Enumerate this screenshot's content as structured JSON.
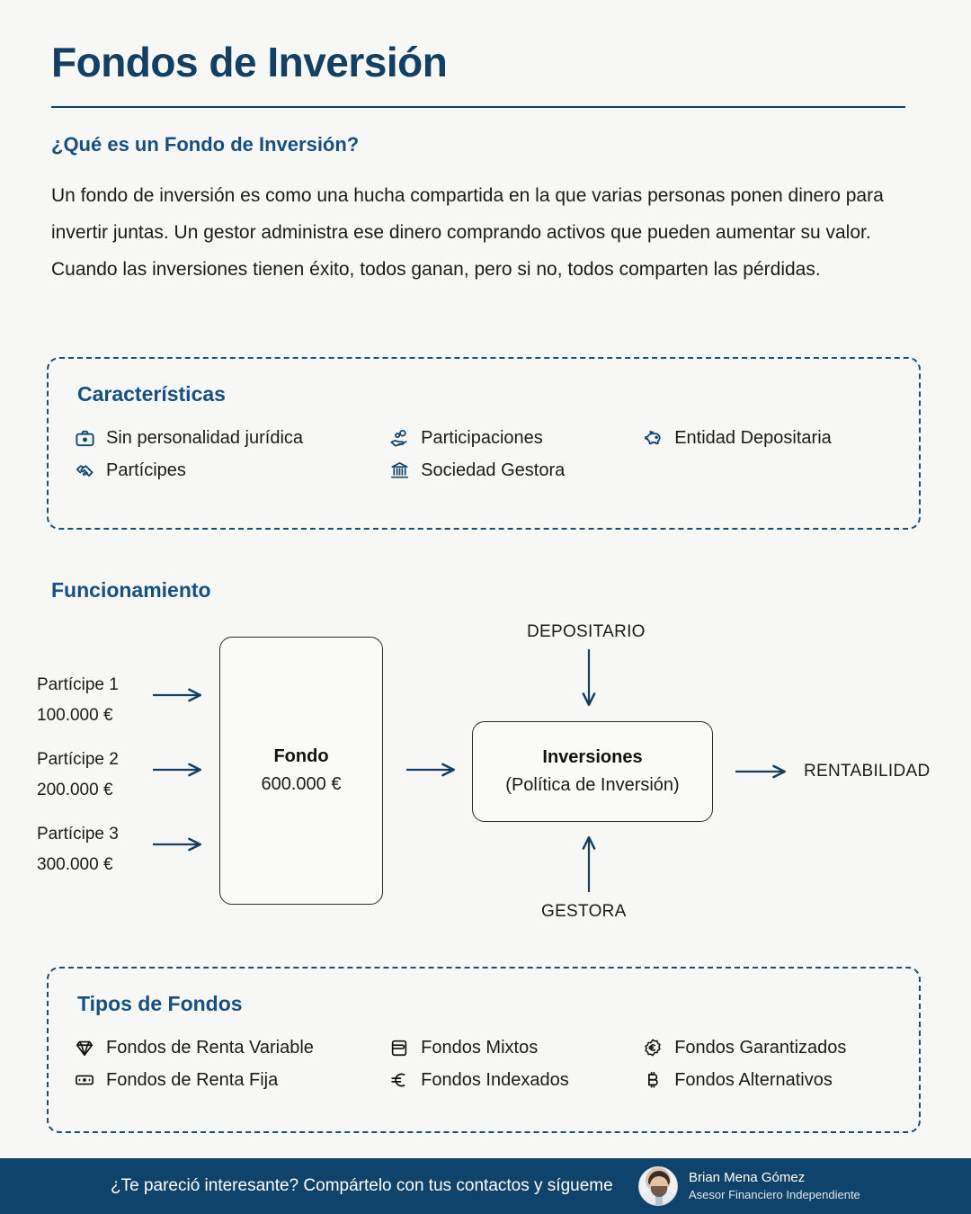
{
  "header": {
    "title": "Fondos de Inversión"
  },
  "intro": {
    "subhead": "¿Qué es un Fondo de Inversión?",
    "body": "Un fondo de inversión es como una hucha compartida en la que varias personas ponen dinero para invertir juntas. Un gestor administra ese dinero comprando activos que pueden aumentar su valor. Cuando las inversiones tienen éxito, todos ganan, pero si no, todos comparten las pérdidas."
  },
  "caracteristicas": {
    "title": "Características",
    "items": [
      {
        "label": "Sin personalidad jurídica",
        "icon": "briefcase-icon"
      },
      {
        "label": "Participaciones",
        "icon": "hand-coin-icon"
      },
      {
        "label": "Entidad Depositaria",
        "icon": "piggy-bank-icon"
      },
      {
        "label": "Partícipes",
        "icon": "handshake-icon"
      },
      {
        "label": "Sociedad Gestora",
        "icon": "bank-icon"
      }
    ]
  },
  "funcionamiento": {
    "title": "Funcionamiento",
    "participes": [
      {
        "name": "Partícipe 1",
        "amount": "100.000 €"
      },
      {
        "name": "Partícipe 2",
        "amount": "200.000 €"
      },
      {
        "name": "Partícipe 3",
        "amount": "300.000 €"
      }
    ],
    "fondo": {
      "label": "Fondo",
      "amount": "600.000 €"
    },
    "inversiones": {
      "label": "Inversiones",
      "sub": "(Política de Inversión)"
    },
    "depositario": "DEPOSITARIO",
    "gestora": "GESTORA",
    "rentabilidad": "RENTABILIDAD"
  },
  "tipos": {
    "title": "Tipos de Fondos",
    "items": [
      {
        "label": "Fondos de Renta Variable",
        "icon": "gem-icon"
      },
      {
        "label": "Fondos Mixtos",
        "icon": "wallet-icon"
      },
      {
        "label": "Fondos Garantizados",
        "icon": "euro-badge-icon"
      },
      {
        "label": "Fondos de Renta Fija",
        "icon": "banknote-icon"
      },
      {
        "label": "Fondos Indexados",
        "icon": "euro-icon"
      },
      {
        "label": "Fondos Alternativos",
        "icon": "bitcoin-icon"
      }
    ]
  },
  "footer": {
    "cta": "¿Te pareció interesante? Compártelo con tus contactos y sígueme",
    "profile_name": "Brian Mena Gómez",
    "profile_role": "Asesor Financiero Independiente"
  },
  "colors": {
    "background": "#f7f7f5",
    "navy": "#123f62",
    "heading_blue": "#165081",
    "footer_bar": "#10436b",
    "body_text": "#1b1b1b",
    "icon_dark": "#111111",
    "box_border": "#2b2b2b"
  }
}
